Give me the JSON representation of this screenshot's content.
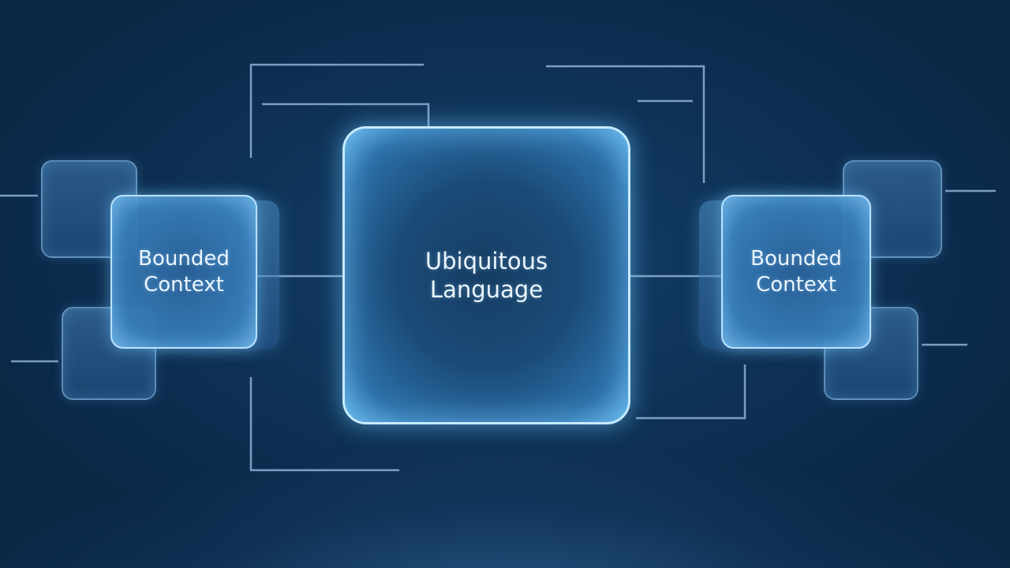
{
  "diagram": {
    "center_label": "Ubiquitous\nLanguage",
    "left_context_label": "Bounded\nContext",
    "right_context_label": "Bounded\nContext"
  },
  "colors": {
    "background": "#0f3459",
    "line": "#8fb3d6",
    "box_border": "#b9e3ff",
    "text": "#eaf5ff"
  }
}
